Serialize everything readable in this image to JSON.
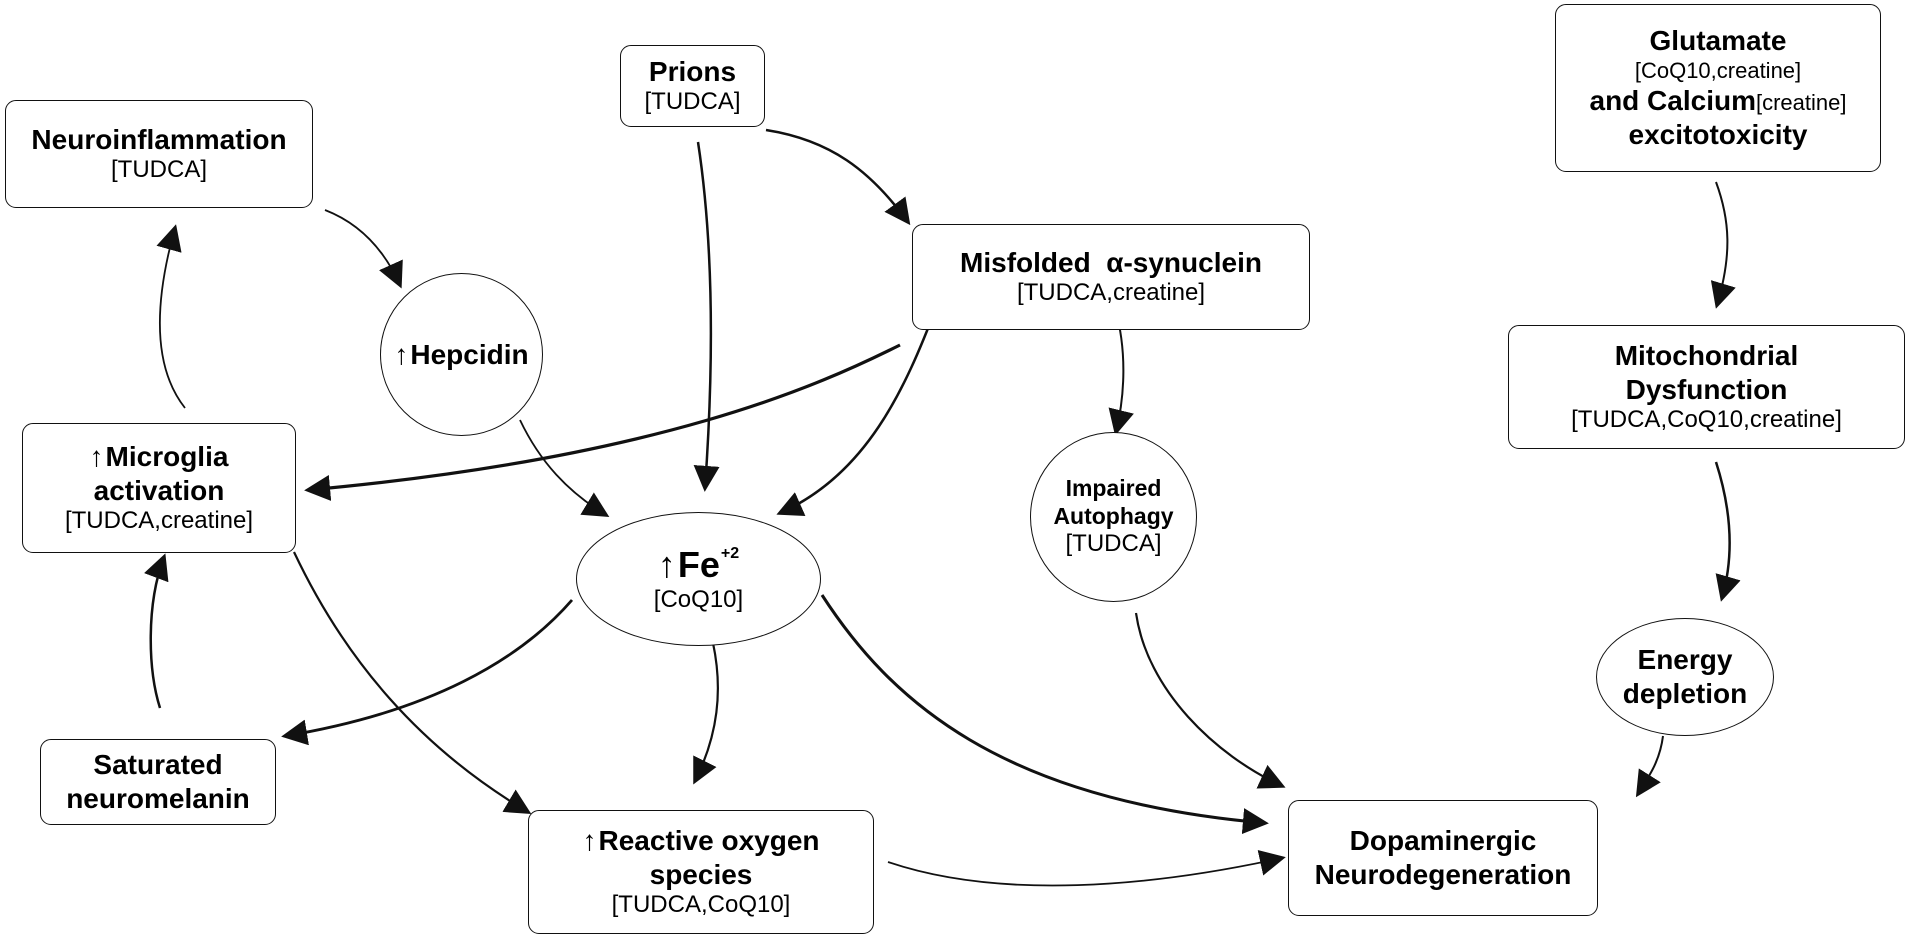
{
  "nodes": {
    "prions": {
      "title": "Prions",
      "drugs": "[TUDCA]"
    },
    "neuroinflammation": {
      "title": "Neuroinflammation",
      "drugs": "[TUDCA]"
    },
    "glutamate": {
      "line1": "Glutamate",
      "line2": "[CoQ10,creatine]",
      "line3a": "and Calcium",
      "line3b": "[creatine]",
      "line4": "excitotoxicity"
    },
    "hepcidin": {
      "arrow": "↑",
      "title": "Hepcidin"
    },
    "misfolded": {
      "title": "Misfolded  α-synuclein",
      "drugs": "[TUDCA,creatine]"
    },
    "mitochondrial": {
      "line1": "Mitochondrial",
      "line2": "Dysfunction",
      "drugs": "[TUDCA,CoQ10,creatine]"
    },
    "microglia": {
      "arrow": "↑",
      "line1": "Microglia",
      "line2": "activation",
      "drugs": "[TUDCA,creatine]"
    },
    "iron": {
      "arrow": "↑",
      "title": "Fe",
      "superscript": "+2",
      "drugs": "[CoQ10]"
    },
    "autophagy": {
      "line1": "Impaired",
      "line2": "Autophagy",
      "drugs": "[TUDCA]"
    },
    "energy": {
      "line1": "Energy",
      "line2": "depletion"
    },
    "neuromelanin": {
      "line1": "Saturated",
      "line2": "neuromelanin"
    },
    "ros": {
      "arrow": "↑",
      "line1": "Reactive oxygen",
      "line2": "species",
      "drugs": "[TUDCA,CoQ10]"
    },
    "dopaminergic": {
      "line1": "Dopaminergic",
      "line2": "Neurodegeneration"
    }
  },
  "edges": [
    {
      "from": "prions",
      "to": "misfolded-synuclein"
    },
    {
      "from": "prions",
      "to": "iron"
    },
    {
      "from": "neuroinflammation",
      "to": "hepcidin"
    },
    {
      "from": "hepcidin",
      "to": "iron"
    },
    {
      "from": "misfolded-synuclein",
      "to": "microglia-activation"
    },
    {
      "from": "misfolded-synuclein",
      "to": "iron"
    },
    {
      "from": "misfolded-synuclein",
      "to": "impaired-autophagy"
    },
    {
      "from": "microglia-activation",
      "to": "neuroinflammation"
    },
    {
      "from": "microglia-activation",
      "to": "reactive-oxygen-species"
    },
    {
      "from": "saturated-neuromelanin",
      "to": "microglia-activation"
    },
    {
      "from": "iron",
      "to": "saturated-neuromelanin"
    },
    {
      "from": "iron",
      "to": "reactive-oxygen-species"
    },
    {
      "from": "iron",
      "to": "dopaminergic-neurodegeneration"
    },
    {
      "from": "impaired-autophagy",
      "to": "dopaminergic-neurodegeneration"
    },
    {
      "from": "reactive-oxygen-species",
      "to": "dopaminergic-neurodegeneration"
    },
    {
      "from": "glutamate-calcium-excitotoxicity",
      "to": "mitochondrial-dysfunction"
    },
    {
      "from": "mitochondrial-dysfunction",
      "to": "energy-depletion"
    },
    {
      "from": "energy-depletion",
      "to": "dopaminergic-neurodegeneration"
    }
  ],
  "colors": {
    "stroke": "#111111",
    "background": "#ffffff"
  }
}
